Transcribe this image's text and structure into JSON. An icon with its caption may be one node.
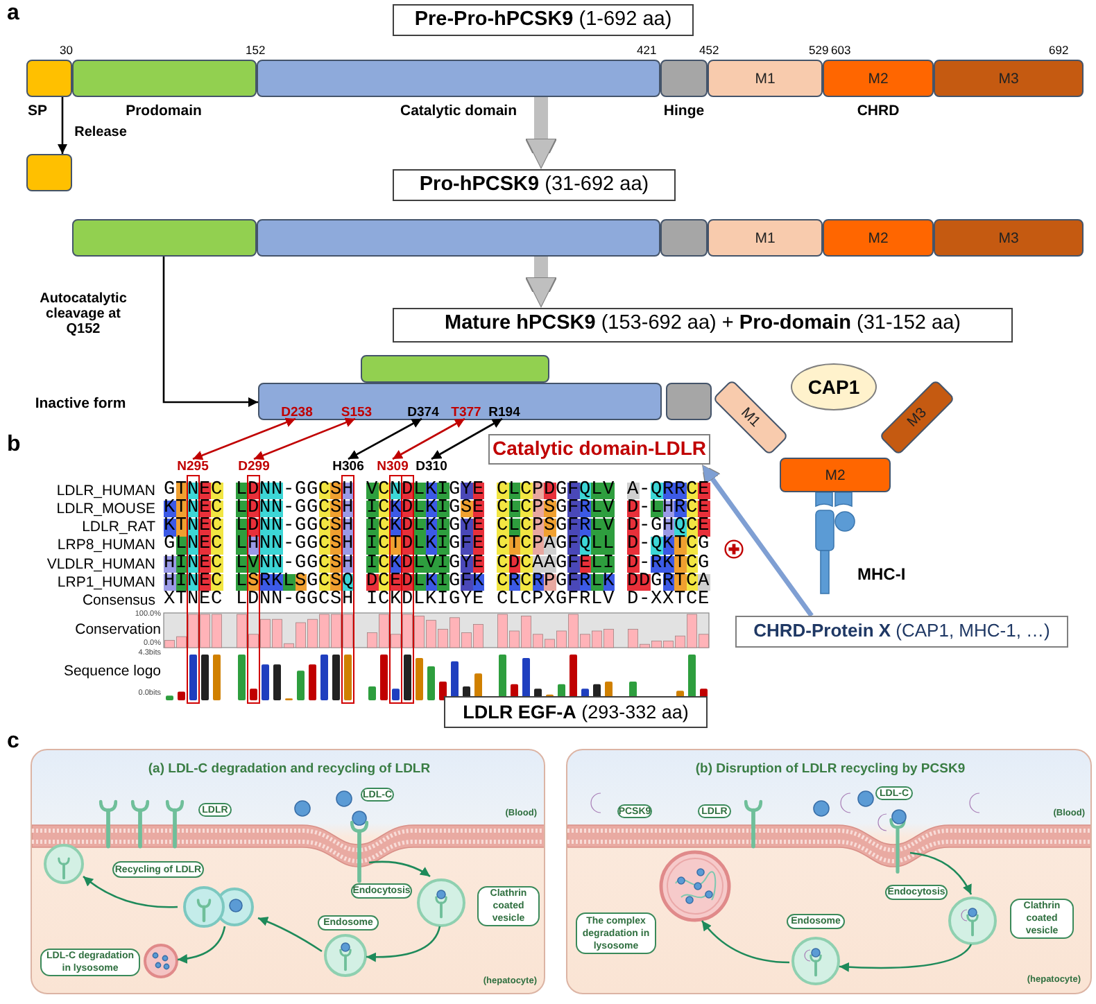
{
  "diagram": {
    "nodes": [
      {
        "text": [
          "**Pre-Pro-hPCSK9** (1-692 aa)"
        ]
      },
      {
        "text": [],
        "shape": "box",
        "beside": [
          "SP"
        ]
      },
      {
        "text": [],
        "shape": "box",
        "beside": [
          "Prodomain"
        ]
      },
      {
        "text": [],
        "shape": "box",
        "beside": [
          "Catalytic domain"
        ]
      },
      {
        "text": [],
        "shape": "box",
        "beside": [
          "Hinge"
        ]
      },
      {
        "text": [
          "M1"
        ]
      },
      {
        "text": [
          "M2"
        ],
        "beside": [
          "CHRD"
        ]
      },
      {
        "text": [
          "M3"
        ]
      },
      {
        "text": [],
        "shape": "box"
      },
      {
        "text": [
          "**Pro-hPCSK9** (31-692 aa)"
        ]
      },
      {
        "text": [],
        "shape": "box"
      },
      {
        "text": [],
        "shape": "box"
      },
      {
        "text": [],
        "shape": "box"
      },
      {
        "text": [
          "M1"
        ]
      },
      {
        "text": [
          "M2"
        ]
      },
      {
        "text": [
          "M3"
        ]
      },
      {
        "text": [
          "**Mature hPCSK9** (153-692 aa) + **Pro-domain** (31-152 aa)"
        ]
      },
      {
        "text": [],
        "shape": "box"
      },
      {
        "text": [
          "D238"
        ],
        "in": 17
      },
      {
        "text": [
          "S153"
        ],
        "in": 17
      },
      {
        "text": [
          "D374"
        ],
        "in": 17
      },
      {
        "text": [
          "T377"
        ],
        "in": 17
      },
      {
        "text": [
          "R194"
        ],
        "in": 17
      },
      {
        "text": [],
        "shape": "box"
      },
      {
        "text": [],
        "shape": "box"
      },
      {
        "text": [
          "CAP1"
        ]
      },
      {
        "text": [
          "M1"
        ]
      },
      {
        "text": [
          "M3"
        ]
      },
      {
        "text": [
          "M2"
        ]
      },
      {
        "text": [
          "MHC-I"
        ]
      },
      {
        "text": [
          "Catalytic domain-LDLR"
        ]
      },
      {
        "text": [
          "N295"
        ]
      },
      {
        "text": [
          "D299"
        ]
      },
      {
        "text": [
          "H306"
        ]
      },
      {
        "text": [
          "N309"
        ]
      },
      {
        "text": [
          "D310"
        ]
      },
      {
        "text": [
          "**CHRD-Protein X** (CAP1, MHC-1, …)"
        ]
      },
      {
        "text": [
          "**LDLR EGF-A** (293-332 aa)"
        ]
      },
      {
        "text": [
          "(a) LDL-C degradation and recycling of LDLR"
        ]
      },
      {
        "text": [
          "LDLR"
        ],
        "in": 38
      },
      {
        "text": [
          "LDL-C"
        ],
        "in": 38
      },
      {
        "text": [
          "Recycling of LDLR"
        ],
        "in": 38
      },
      {
        "text": [
          "Endocytosis"
        ],
        "in": 38
      },
      {
        "text": [
          "Clathrin coated vesicle"
        ],
        "in": 38
      },
      {
        "text": [
          "Endosome"
        ],
        "in": 38
      },
      {
        "text": [
          "LDL-C degradation in lysosome"
        ],
        "in": 38
      },
      {
        "text": [],
        "shape": "picture",
        "in": 38
      },
      {
        "text": [],
        "shape": "picture",
        "in": 38
      },
      {
        "text": [],
        "shape": "picture",
        "in": 38
      },
      {
        "text": [],
        "shape": "picture",
        "in": 38
      },
      {
        "text": [],
        "shape": "picture",
        "in": 38
      },
      {
        "text": [],
        "shape": "picture",
        "in": 38
      },
      {
        "text": [
          "(b) Disruption of LDLR recycling by PCSK9"
        ]
      },
      {
        "text": [
          "PCSK9"
        ],
        "in": 52
      },
      {
        "text": [
          "LDLR"
        ],
        "in": 52
      },
      {
        "text": [
          "LDL-C"
        ],
        "in": 52
      },
      {
        "text": [
          "Endocytosis"
        ],
        "in": 52
      },
      {
        "text": [
          "Clathrin coated vesicle"
        ],
        "in": 52
      },
      {
        "text": [
          "Endosome"
        ],
        "in": 52
      },
      {
        "text": [
          "The complex degradation in lysosome"
        ],
        "in": 52
      },
      {
        "text": [],
        "shape": "picture",
        "in": 52
      },
      {
        "text": [],
        "shape": "picture",
        "in": 52
      },
      {
        "text": [],
        "shape": "picture",
        "in": 52
      },
      {
        "text": [],
        "shape": "picture",
        "in": 52
      }
    ],
    "edges": [
      {
        "from": 1,
        "to": 8,
        "arrow": "to",
        "label": "Release",
        "color": "#000000"
      },
      {
        "from": 3,
        "to": 9,
        "arrow": "to",
        "style": "thick",
        "color": "#bfbfbf"
      },
      {
        "from": 11,
        "to": 16,
        "arrow": "to",
        "style": "thick",
        "color": "#bfbfbf"
      },
      {
        "from": 10,
        "to": 17,
        "arrow": "to",
        "label": "Autocatalytic cleavage at Q152",
        "color": "#000000"
      },
      {
        "from": 18,
        "to": 31,
        "arrow": "both",
        "color": "#c00000"
      },
      {
        "from": 19,
        "to": 32,
        "arrow": "both",
        "color": "#c00000"
      },
      {
        "from": 20,
        "to": 33,
        "arrow": "both",
        "color": "#000000"
      },
      {
        "from": 21,
        "to": 34,
        "arrow": "both",
        "color": "#c00000"
      },
      {
        "from": 22,
        "to": 35,
        "arrow": "both",
        "color": "#000000"
      },
      {
        "from": 36,
        "to": 30,
        "arrow": "to",
        "style": "thick",
        "color": "#7f9fd3"
      },
      {
        "from": 46,
        "to": 49,
        "arrow": "to"
      },
      {
        "from": 49,
        "to": 50,
        "arrow": "to"
      },
      {
        "from": 50,
        "to": 48,
        "arrow": "to"
      },
      {
        "from": 48,
        "to": 47,
        "arrow": "to"
      },
      {
        "from": 48,
        "to": 51,
        "arrow": "to"
      },
      {
        "from": 60,
        "to": 62,
        "arrow": "to"
      },
      {
        "from": 62,
        "to": 63,
        "arrow": "to"
      },
      {
        "from": 63,
        "to": 61,
        "arrow": "to"
      }
    ],
    "labels": [
      "a",
      "30",
      "152",
      "421",
      "452",
      "529",
      "603",
      "692",
      "Inactive form",
      "b",
      "LDLR_HUMAN",
      "GTNEC",
      "LDNN-GGCSH",
      "VCNDLKIGYE",
      "CLCPDGFQLV",
      "A-QRRCE",
      "LDLR_MOUSE",
      "KTNEC",
      "LDNN-GGCSH",
      "ICKDLKIGSE",
      "CLCPSGFRLV",
      "D-LHRCE",
      "LDLR_RAT",
      "KTNEC",
      "LDNN-GGCSH",
      "ICKDLKIGYE",
      "CLCPSGFRLV",
      "D-GHQCE",
      "LRP8_HUMAN",
      "GLNEC",
      "LHNN-GGCSH",
      "ICTDLKIGFE",
      "CTCPAGFQLL",
      "D-QKTCG",
      "VLDLR_HUMAN",
      "HINEC",
      "LVNN-GGCSH",
      "ICKDLVIGYE",
      "CDCAAGFELI",
      "D-RKTCG",
      "LRP1_HUMAN",
      "HINEC",
      "LSRKLSGCSQ",
      "DCEDLKIGFK",
      "CRCRPGFRLK",
      "DDGRTCA",
      "Consensus",
      "XTNEC",
      "LDNN-GGCSH",
      "ICKDLKIGYE",
      "CLCPXGFRLV",
      "D-XXTCE",
      "100.0%",
      "Conservation",
      "0.0%",
      "4.3bits",
      "Sequence logo",
      "0.0bits",
      "c",
      "(Blood)",
      "(hepatocyte)",
      "(Blood)",
      "(hepatocyte)"
    ]
  }
}
